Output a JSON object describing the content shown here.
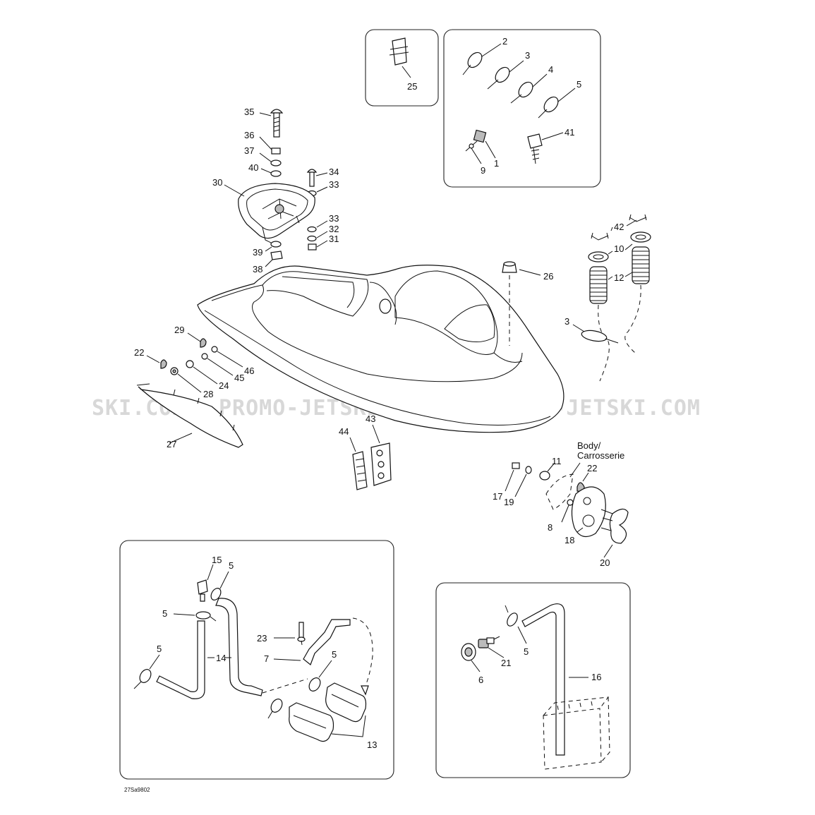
{
  "watermark": {
    "left": "SKI.COM",
    "middle": "PROMO-JETSKI.COM",
    "right": "PROMO-JETSKI.COM"
  },
  "drawing_code": "27Sa9802",
  "body_note": {
    "line1": "Body/",
    "line2": "Carrosserie"
  },
  "callouts": {
    "c25": "25",
    "c2": "2",
    "c3a": "3",
    "c4": "4",
    "c5a": "5",
    "c41": "41",
    "c9": "9",
    "c1": "1",
    "c35": "35",
    "c36": "36",
    "c37": "37",
    "c40": "40",
    "c34": "34",
    "c33a": "33",
    "c30": "30",
    "c33b": "33",
    "c32": "32",
    "c31": "31",
    "c39": "39",
    "c38": "38",
    "c42": "42",
    "c10": "10",
    "c12": "12",
    "c26": "26",
    "c3b": "3",
    "c29": "29",
    "c22a": "22",
    "c46": "46",
    "c45": "45",
    "c24": "24",
    "c28": "28",
    "c27": "27",
    "c43": "43",
    "c44": "44",
    "c11": "11",
    "c22b": "22",
    "c17": "17",
    "c19": "19",
    "c8": "8",
    "c18": "18",
    "c20": "20",
    "c15": "15",
    "c5b": "5",
    "c5c": "5",
    "c5d": "5",
    "c14": "14",
    "c23": "23",
    "c7": "7",
    "c5e": "5",
    "c13": "13",
    "c5f": "5",
    "c21": "21",
    "c6": "6",
    "c16": "16"
  }
}
